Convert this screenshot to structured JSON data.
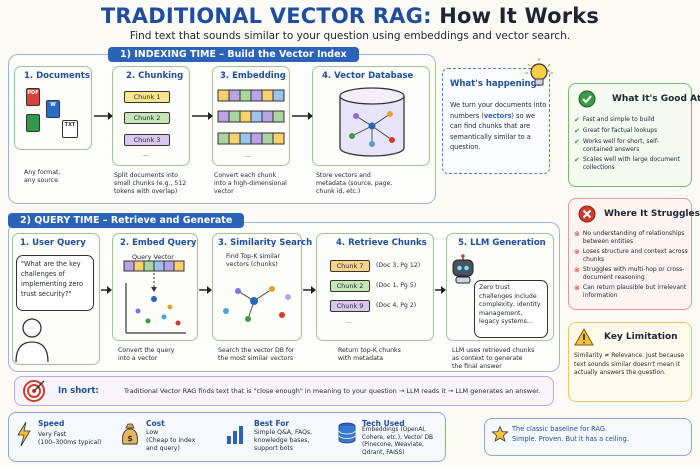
{
  "header": {
    "title_a": "TRADITIONAL VECTOR RAG:",
    "title_b": "How It Works",
    "subtitle": "Find text that sounds similar to your question using embeddings and vector search."
  },
  "indexing": {
    "heading": "1) INDEXING TIME – Build the Vector Index",
    "steps": [
      {
        "title": "1. Documents",
        "desc": "Any format,\nany source",
        "labels": [
          "PDF",
          "W",
          "TXT"
        ],
        "more": "..."
      },
      {
        "title": "2. Chunking",
        "desc": "Split documents into\nsmall chunks (e.g., 512\ntokens with overlap)",
        "chunks": [
          "Chunk 1",
          "Chunk 2",
          "Chunk 3"
        ],
        "more": "..."
      },
      {
        "title": "3. Embedding",
        "desc": "Convert each chunk\ninto a high-dimensional\nvector",
        "more": "..."
      },
      {
        "title": "4. Vector Database",
        "desc": "Store vectors and\nmetadata (source, page,\nchunk id, etc.)"
      }
    ],
    "whats_happening": {
      "title": "What's happening?",
      "pre": "We turn your documents into numbers (",
      "highlight": "vectors",
      "post": ") so we can find chunks that are semantically similar to a question."
    }
  },
  "query": {
    "heading": "2) QUERY TIME – Retrieve and Generate",
    "user": {
      "title": "1. User Query",
      "text": "\"What are the key challenges of implementing zero trust security?\""
    },
    "embed": {
      "title": "2. Embed Query",
      "label": "Query Vector",
      "desc": "Convert the query\ninto a vector"
    },
    "search": {
      "title": "3. Similarity Search",
      "top": "Find Top-K similar\nvectors (chunks)",
      "desc": "Search the vector DB for\nthe most similar vectors"
    },
    "retrieve": {
      "title": "4. Retrieve Chunks",
      "chunks": [
        {
          "name": "Chunk 7",
          "meta": "(Doc 3, Pg 12)"
        },
        {
          "name": "Chunk 2",
          "meta": "(Doc 1, Pg 5)"
        },
        {
          "name": "Chunk 9",
          "meta": "(Doc 4, Pg 2)"
        }
      ],
      "more": "...",
      "desc": "Return top-K chunks\nwith metadata"
    },
    "llm": {
      "title": "5. LLM Generation",
      "bubble": "Zero trust challenges include complexity, identity management, legacy systems...",
      "desc": "LLM uses retrieved chunks\nas context to generate\nthe final answer"
    }
  },
  "good": {
    "title": "What It's Good At",
    "items": [
      "Fast and simple to build",
      "Great for factual lookups",
      "Works well for short, self-contained answers",
      "Scales well with large document collections"
    ]
  },
  "struggles": {
    "title": "Where It Struggles",
    "items": [
      "No understanding of relationships between entities",
      "Loses structure and context across chunks",
      "Struggles with multi-hop or cross-document reasoning",
      "Can return plausible but irrelevant information"
    ]
  },
  "limitation": {
    "title": "Key Limitation",
    "text": "Similarity ≠ Relevance. Just because text sounds similar doesn't mean it actually answers the question."
  },
  "in_short": {
    "label": "In short:",
    "text": "Traditional Vector RAG finds text that is \"close enough\" in meaning to your question  →  LLM reads it  →  LLM generates an answer."
  },
  "footer": [
    {
      "label": "Speed",
      "value": "Very Fast\n(100–300ms typical)"
    },
    {
      "label": "Cost",
      "value": "Low\n(Cheap to index\nand query)"
    },
    {
      "label": "Best For",
      "value": "Simple Q&A, FAQs,\nknowledge bases,\nsupport bots"
    },
    {
      "label": "Tech Used",
      "value": "Embeddings (OpenAI,\nCohere, etc.), Vector DB\n(Pinecone, Weaviate,\nQdrant, FAISS)"
    }
  ],
  "baseline": "The classic baseline for RAG.\nSimple. Proven. But it has a ceiling.",
  "colors": {
    "accent_blue": "#2a63b8",
    "green": "#3d9a46",
    "red": "#d03a2f",
    "amber": "#f0b429",
    "embed_purple": "#b9a2e6"
  }
}
